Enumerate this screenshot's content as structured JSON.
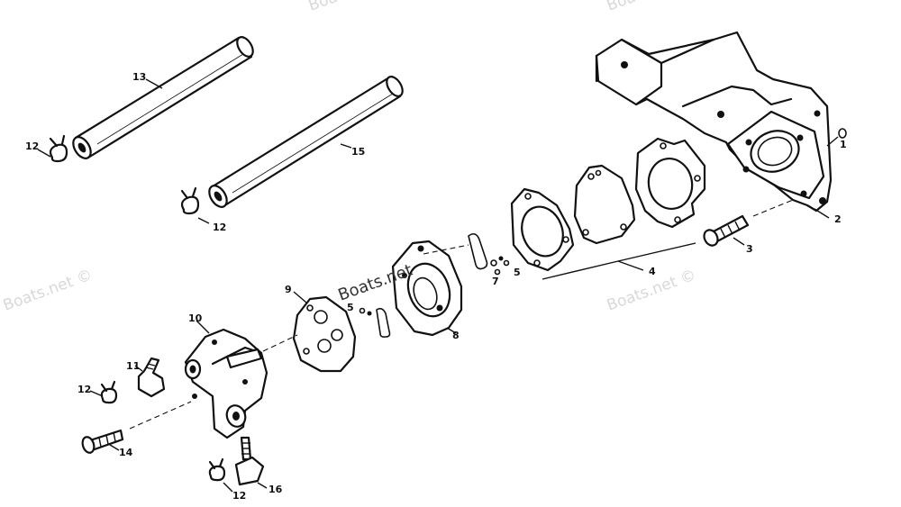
{
  "watermark": {
    "text": "Boats.net ©",
    "overlay_text": "Boats.net"
  },
  "callouts": {
    "p1": "1",
    "p2": "2",
    "p3": "3",
    "p4": "4",
    "p5a": "5",
    "p5b": "5",
    "p7": "7",
    "p8": "8",
    "p9": "9",
    "p10": "10",
    "p11": "11",
    "p12a": "12",
    "p12b": "12",
    "p12c": "12",
    "p12d": "12",
    "p13": "13",
    "p14": "14",
    "p15": "15",
    "p16": "16"
  }
}
